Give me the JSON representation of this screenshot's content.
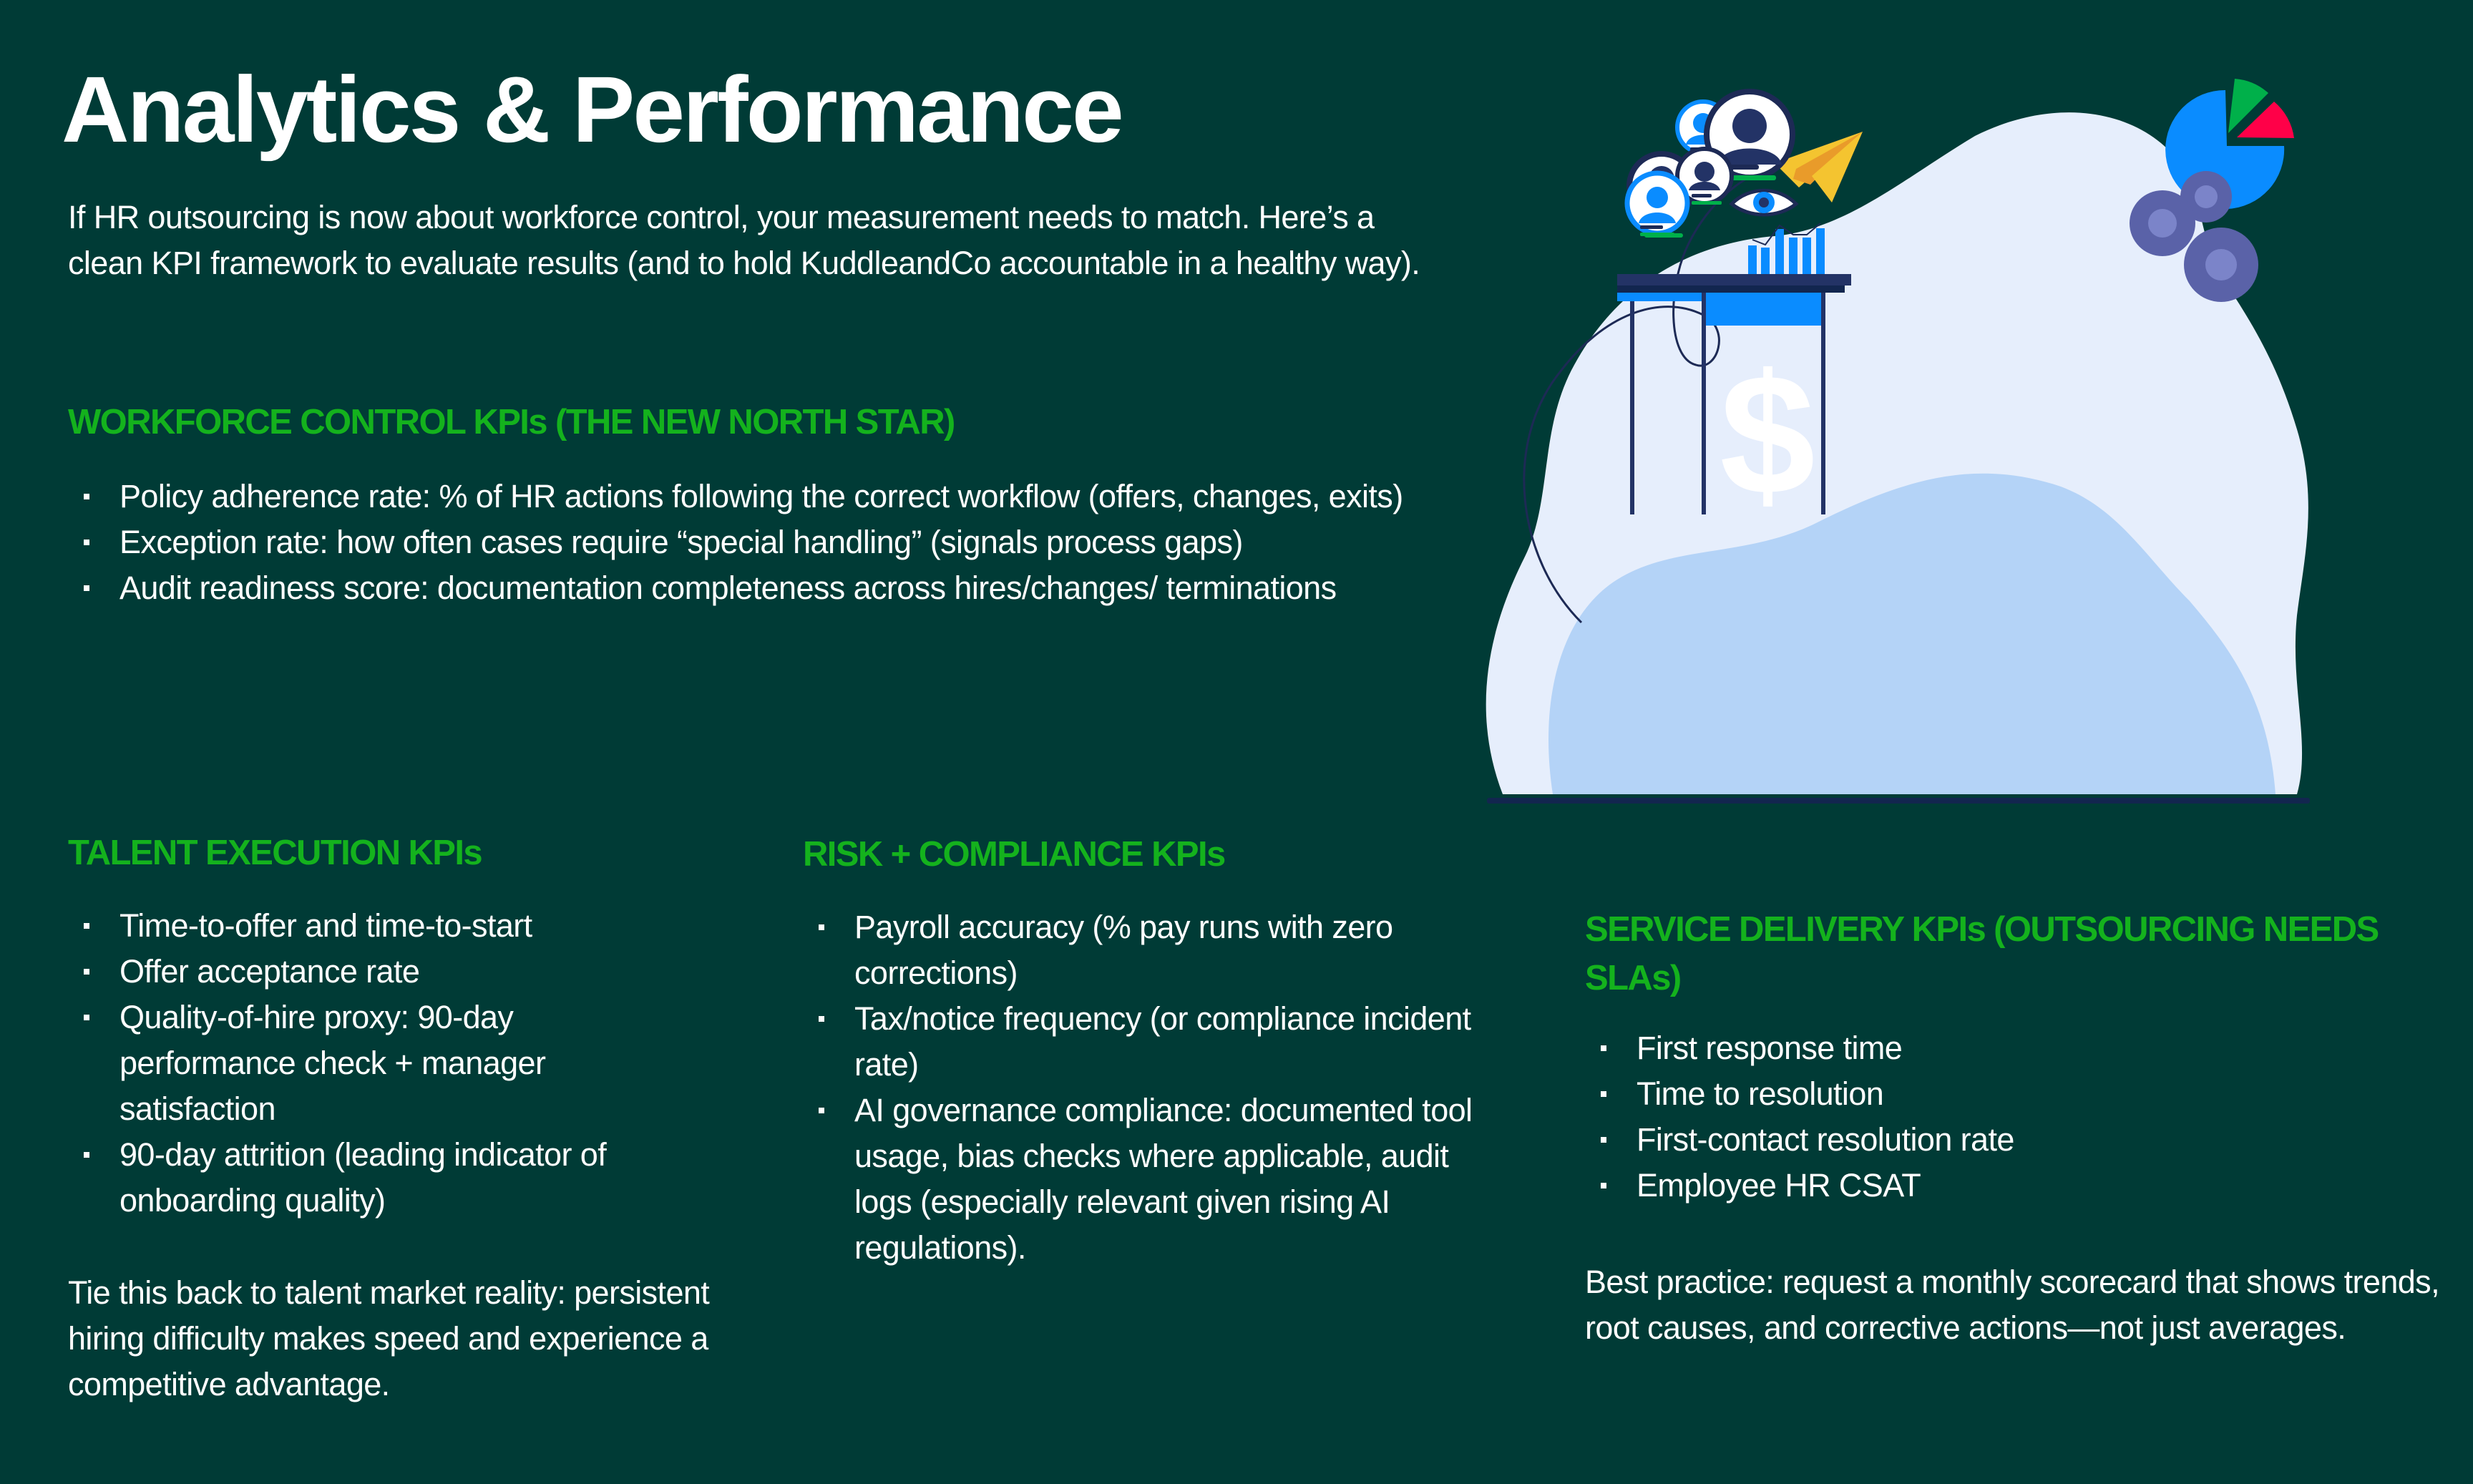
{
  "page": {
    "title": "Analytics & Performance",
    "intro": "If HR outsourcing is now about workforce control, your measurement needs to match. Here’s a clean KPI framework to evaluate results (and to hold KuddleandCo accountable in a healthy way)."
  },
  "colors": {
    "background": "#003b36",
    "heading_green": "#14b21d",
    "text": "#ffffff"
  },
  "sections": {
    "workforce": {
      "heading": "WORKFORCE CONTROL KPIs (THE NEW NORTH STAR)",
      "items": [
        "Policy adherence rate: % of HR actions following the correct workflow (offers, changes, exits)",
        "Exception rate: how often cases require “special handling” (signals process gaps)",
        "Audit readiness score: documentation completeness across hires/changes/ terminations"
      ]
    },
    "talent": {
      "heading": "TALENT EXECUTION KPIs",
      "items": [
        "Time-to-offer and time-to-start",
        "Offer acceptance rate",
        "Quality-of-hire proxy: 90-day performance check + manager satisfaction",
        "90-day attrition (leading indicator of onboarding quality)"
      ],
      "note": "Tie this back to talent market reality: persistent hiring difficulty makes speed and experience a competitive advantage."
    },
    "risk": {
      "heading": "RISK + COMPLIANCE KPIs",
      "items": [
        "Payroll accuracy (% pay runs with zero corrections)",
        "Tax/notice frequency (or compliance incident rate)",
        "AI governance compliance: documented tool usage, bias checks where applicable, audit logs (especially relevant given rising AI regulations)."
      ]
    },
    "service": {
      "heading": "SERVICE DELIVERY KPIs (OUTSOURCING NEEDS SLAs)",
      "items": [
        "First response time",
        "Time to resolution",
        "First-contact resolution rate",
        "Employee HR CSAT"
      ],
      "note": "Best practice: request a monthly scorecard that shows trends, root causes, and corrective actions—not just averages."
    }
  },
  "illustration": {
    "subject": "person-at-desk-with-tablet-analytics",
    "icons": [
      "paper-plane-icon",
      "pie-chart-icon",
      "user-avatar-icon",
      "eye-icon",
      "gear-icon",
      "bar-chart-icon",
      "dollar-sign-icon"
    ]
  }
}
